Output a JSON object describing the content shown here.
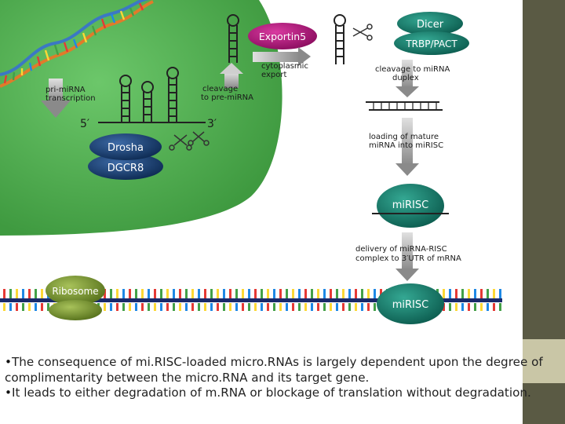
{
  "diagram": {
    "labels": {
      "exportin": "Exportin5",
      "dicer": "Dicer",
      "trbp": "TRBP/PACT",
      "drosha": "Drosha",
      "dgcr8": "DGCR8",
      "mirisc_top": "miRISC",
      "mirisc_bottom": "miRISC",
      "ribosome": "Ribosome",
      "five_prime": "5′",
      "three_prime": "3′"
    },
    "annotations": {
      "pri_transcription_1": "pri-miRNA",
      "pri_transcription_2": "transcription",
      "cleavage_pre_1": "cleavage",
      "cleavage_pre_2": "to pre-miRNA",
      "cytoplasmic_1": "cytoplasmic",
      "cytoplasmic_2": "export",
      "cleavage_duplex_1": "cleavage to miRNA",
      "cleavage_duplex_2": "duplex",
      "loading_1": "loading of mature",
      "loading_2": "miRNA into miRISC",
      "delivery_1": "delivery of miRNA-RISC",
      "delivery_2": "complex to 3′UTR of mRNA"
    },
    "colors": {
      "nucleus": "#4caf50",
      "exportin": "#b0127a",
      "dicer": "#0d6e5e",
      "drosha": "#123a6b",
      "mirisc": "#17806f",
      "ribosome": "#6b8e23",
      "side_bar": "#5a5a44",
      "side_bar_light": "#c9c6a6"
    }
  },
  "bullets": [
    "The consequence of mi.RISC-loaded micro.RNAs is largely dependent upon the degree of complimentarity between the micro.RNA and its target gene.",
    "It leads to either degradation of  m.RNA  or blockage of translation without degradation."
  ]
}
